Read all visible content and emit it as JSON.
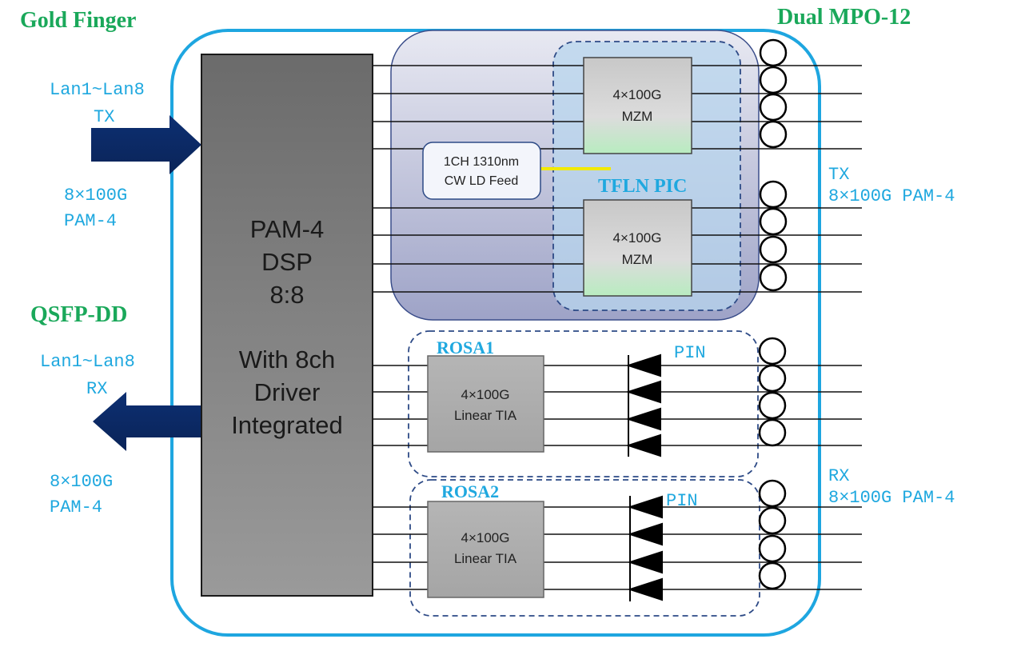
{
  "labels": {
    "gold_finger": "Gold Finger",
    "dual_mpo": "Dual MPO-12",
    "qsfp_dd": "QSFP-DD",
    "tx_lanes_line1": "Lan1~Lan8",
    "tx_lanes_line2": "TX",
    "tx_rate_line1": "8×100G",
    "tx_rate_line2": "PAM-4",
    "rx_lanes_line1": "Lan1~Lan8",
    "rx_lanes_line2": "RX",
    "rx_rate_line1": "8×100G",
    "rx_rate_line2": "PAM-4",
    "tx_out_line1": "TX",
    "tx_out_line2": "8×100G PAM-4",
    "rx_out_line1": "RX",
    "rx_out_line2": "8×100G PAM-4"
  },
  "dsp": {
    "line1": "PAM-4",
    "line2": "DSP",
    "line3": "8:8",
    "line4": "With 8ch",
    "line5": "Driver",
    "line6": "Integrated"
  },
  "tfln": {
    "title": "TFLN PIC",
    "mzm_top_line1": "4×100G",
    "mzm_top_line2": "MZM",
    "mzm_bottom_line1": "4×100G",
    "mzm_bottom_line2": "MZM",
    "cw_line1": "1CH 1310nm",
    "cw_line2": "CW LD Feed"
  },
  "rosa1": {
    "title": "ROSA1",
    "tia_line1": "4×100G",
    "tia_line2": "Linear TIA",
    "pin": "PIN"
  },
  "rosa2": {
    "title": "ROSA2",
    "tia_line1": "4×100G",
    "tia_line2": "Linear TIA",
    "pin": "PIN"
  },
  "colors": {
    "green": "#1aa85a",
    "cyan": "#1fa8df",
    "navy": "#0b2a66",
    "dsp_gray": "#858585",
    "module_border": "#1ea6e0"
  }
}
